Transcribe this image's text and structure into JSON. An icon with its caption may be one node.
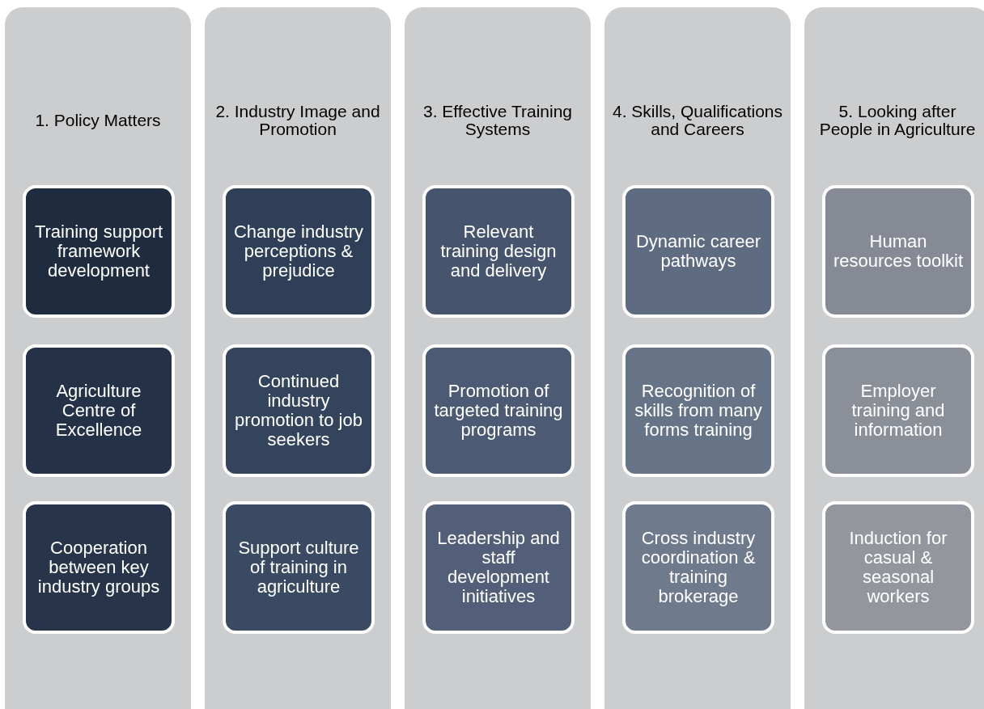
{
  "diagram": {
    "nodes": [
      {
        "text": [
          "1. Policy Matters"
        ]
      },
      {
        "text": [
          "Training support framework development"
        ],
        "in": 0
      },
      {
        "text": [
          "Agriculture Centre of Excellence"
        ],
        "in": 0
      },
      {
        "text": [
          "Cooperation between key industry groups"
        ],
        "in": 0
      },
      {
        "text": [
          "2. Industry Image and Promotion"
        ]
      },
      {
        "text": [
          "Change industry perceptions & prejudice"
        ],
        "in": 4
      },
      {
        "text": [
          "Continued industry promotion to job seekers"
        ],
        "in": 4
      },
      {
        "text": [
          "Support culture of training in agriculture"
        ],
        "in": 4
      },
      {
        "text": [
          "3. Effective Training Systems"
        ]
      },
      {
        "text": [
          "Relevant training design and delivery"
        ],
        "in": 8
      },
      {
        "text": [
          "Promotion of targeted training programs"
        ],
        "in": 8
      },
      {
        "text": [
          "Leadership and staff development initiatives"
        ],
        "in": 8
      },
      {
        "text": [
          "4. Skills, Qualifications and Careers"
        ]
      },
      {
        "text": [
          "Dynamic career pathways"
        ],
        "in": 12
      },
      {
        "text": [
          "Recognition of skills from many forms training"
        ],
        "in": 12
      },
      {
        "text": [
          "Cross industry coordination & training brokerage"
        ],
        "in": 12
      },
      {
        "text": [
          "5. Looking after People in Agriculture"
        ]
      },
      {
        "text": [
          "Human resources toolkit"
        ],
        "in": 16
      },
      {
        "text": [
          "Employer training and information"
        ],
        "in": 16
      },
      {
        "text": [
          "Induction for casual & seasonal workers"
        ],
        "in": 16
      }
    ]
  }
}
